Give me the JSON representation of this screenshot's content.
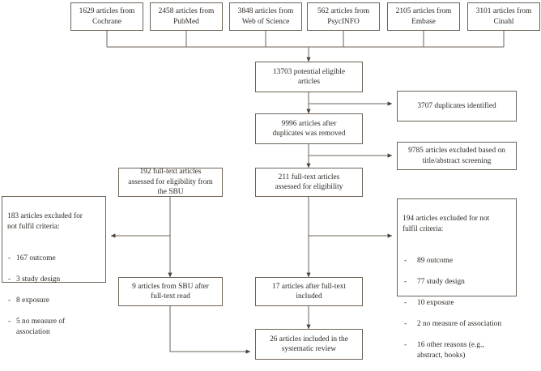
{
  "diagram": {
    "title": "PRISMA study selection flow diagram",
    "type": "flowchart",
    "line_color": "#6d6257",
    "text_color": "#2f2a25",
    "background": "#ffffff"
  },
  "sources": [
    {
      "id": "cochrane",
      "text": "1629 articles from\nCochrane",
      "count": 1629,
      "database": "Cochrane"
    },
    {
      "id": "pubmed",
      "text": "2458 articles from\nPubMed",
      "count": 2458,
      "database": "PubMed"
    },
    {
      "id": "wos",
      "text": "3848 articles from\nWeb of Science",
      "count": 3848,
      "database": "Web of Science"
    },
    {
      "id": "psycinfo",
      "text": "562 articles from\nPsycINFO",
      "count": 562,
      "database": "PsycINFO"
    },
    {
      "id": "embase",
      "text": "2105 articles from\nEmbase",
      "count": 2105,
      "database": "Embase"
    },
    {
      "id": "cinahl",
      "text": "3101 articles from\nCinahl",
      "count": 3101,
      "database": "Cinahl"
    }
  ],
  "main_flow": {
    "potential": "13703 potential eligible\narticles",
    "after_duplicates": "9996 articles after\nduplicates was removed",
    "fulltext_assessed": "211 full-text articles\nassessed for eligibility",
    "fulltext_included": "17 articles after full-text\nincluded",
    "final": "26 articles included in the\nsystematic review"
  },
  "sbu_flow": {
    "assessed": "192 full-text articles\nassessed for eligibility from\nthe SBU",
    "after_read": "9 articles from SBU after\nfull-text read"
  },
  "right_exclusions": {
    "duplicates": "3707 duplicates identified",
    "title_abstract": "9785 articles excluded based on\ntitle/abstract screening"
  },
  "excluded_right": {
    "headline": "194 articles excluded for not\nfulfil criteria:",
    "reasons": [
      "89 outcome",
      "77 study design",
      "10 exposure",
      "2 no measure of association",
      "16 other reasons (e.g.,\nabstract, books)"
    ]
  },
  "excluded_left": {
    "headline": "183 articles excluded for\nnot fulfil criteria:",
    "reasons": [
      "167 outcome",
      "3 study design",
      "8 exposure",
      "5 no measure of\nassociation"
    ]
  }
}
